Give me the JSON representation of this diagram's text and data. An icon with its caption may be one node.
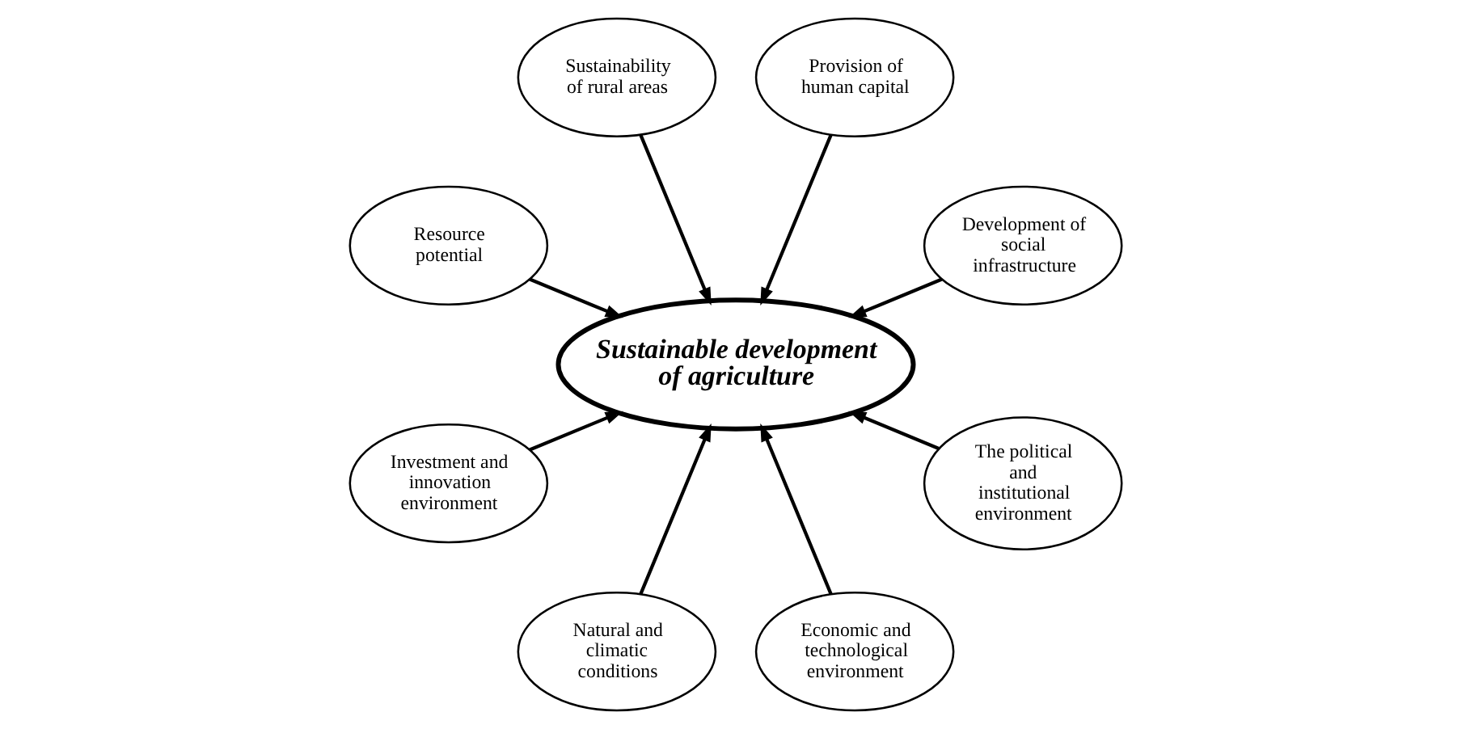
{
  "diagram": {
    "nodes": [
      {
        "text": [
          "Development of social infrastructure"
        ]
      },
      {
        "text": [
          "Provision of human capital"
        ]
      },
      {
        "text": [
          "Sustainability of rural areas"
        ]
      },
      {
        "text": [
          "Resource potential"
        ]
      },
      {
        "text": [
          "Sustainable development of agriculture"
        ]
      },
      {
        "text": [
          "Investment and innovation environment"
        ]
      },
      {
        "text": [
          "Natural and climatic conditions"
        ]
      },
      {
        "text": [
          "Economic and technological environment"
        ]
      },
      {
        "text": [
          "The political and institutional environment"
        ]
      }
    ],
    "edges": [
      {
        "from": 0,
        "to": 4,
        "arrow": "to"
      },
      {
        "from": 1,
        "to": 4,
        "arrow": "to"
      },
      {
        "from": 2,
        "to": 4,
        "arrow": "to"
      },
      {
        "from": 5,
        "to": 4,
        "arrow": "to"
      },
      {
        "from": 8,
        "to": 4,
        "arrow": "to"
      },
      {
        "from": 7,
        "to": 4,
        "arrow": "to"
      },
      {
        "from": 6,
        "to": 4,
        "arrow": "to"
      },
      {
        "from": 3,
        "to": 4,
        "arrow": "to"
      }
    ]
  }
}
